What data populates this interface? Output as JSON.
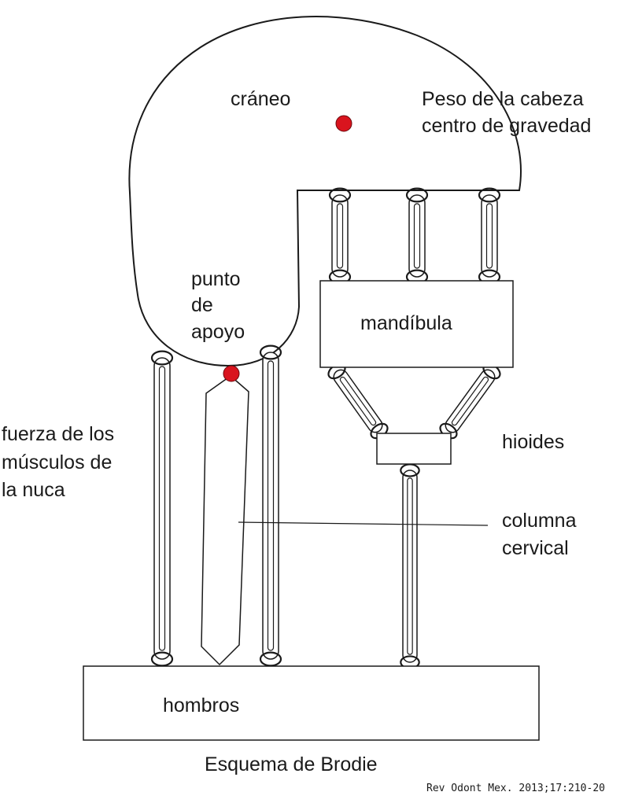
{
  "diagram": {
    "title": "Esquema de Brodie",
    "citation": "Rev Odont Mex. 2013;17:210-20",
    "labels": {
      "craneo": "cráneo",
      "peso_line1": "Peso de la cabeza",
      "peso_line2": "centro de gravedad",
      "punto_line1": "punto",
      "punto_line2": "de",
      "punto_line3": "apoyo",
      "mandibula": "mandíbula",
      "hioides": "hioides",
      "fuerza_line1": "fuerza de los",
      "fuerza_line2": "músculos de",
      "fuerza_line3": "la nuca",
      "columna_line1": "columna",
      "columna_line2": "cervical",
      "hombros": "hombros"
    },
    "colors": {
      "stroke": "#1a1a1a",
      "marker": "#d9141e"
    }
  }
}
